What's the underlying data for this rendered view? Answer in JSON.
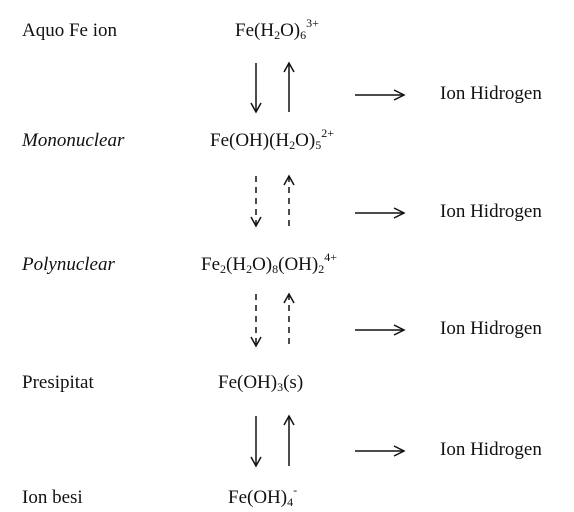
{
  "rows": [
    {
      "label": "Aquo Fe ion",
      "italic": false,
      "formula": [
        {
          "t": "Fe(H",
          "s": "n"
        },
        {
          "t": "2",
          "s": "sub"
        },
        {
          "t": "O)",
          "s": "n"
        },
        {
          "t": "6",
          "s": "sub"
        },
        {
          "t": "3+",
          "s": "sup"
        }
      ]
    },
    {
      "label": "Mononuclear",
      "italic": true,
      "formula": [
        {
          "t": "Fe(OH)(H",
          "s": "n"
        },
        {
          "t": "2",
          "s": "sub"
        },
        {
          "t": "O)",
          "s": "n"
        },
        {
          "t": "5",
          "s": "sub"
        },
        {
          "t": "2+",
          "s": "sup"
        }
      ]
    },
    {
      "label": "Polynuclear",
      "italic": true,
      "formula": [
        {
          "t": "Fe",
          "s": "n"
        },
        {
          "t": "2",
          "s": "sub"
        },
        {
          "t": "(H",
          "s": "n"
        },
        {
          "t": "2",
          "s": "sub"
        },
        {
          "t": "O)",
          "s": "n"
        },
        {
          "t": "8",
          "s": "sub"
        },
        {
          "t": "(OH)",
          "s": "n"
        },
        {
          "t": "2",
          "s": "sub"
        },
        {
          "t": "4+",
          "s": "sup"
        }
      ]
    },
    {
      "label": "Presipitat",
      "italic": false,
      "formula": [
        {
          "t": "Fe(OH)",
          "s": "n"
        },
        {
          "t": "3",
          "s": "sub"
        },
        {
          "t": "(s)",
          "s": "n"
        }
      ]
    },
    {
      "label": "Ion besi",
      "italic": false,
      "formula": [
        {
          "t": "Fe(OH)",
          "s": "n"
        },
        {
          "t": "4",
          "s": "sub"
        },
        {
          "t": "-",
          "s": "sup"
        }
      ]
    }
  ],
  "transitions": [
    {
      "style": "solid",
      "product": "Ion Hidrogen"
    },
    {
      "style": "dashed",
      "product": "Ion Hidrogen"
    },
    {
      "style": "dashed",
      "product": "Ion Hidrogen"
    },
    {
      "style": "solid",
      "product": "Ion Hidrogen"
    }
  ],
  "colors": {
    "ink": "#111111",
    "background": "#ffffff"
  }
}
